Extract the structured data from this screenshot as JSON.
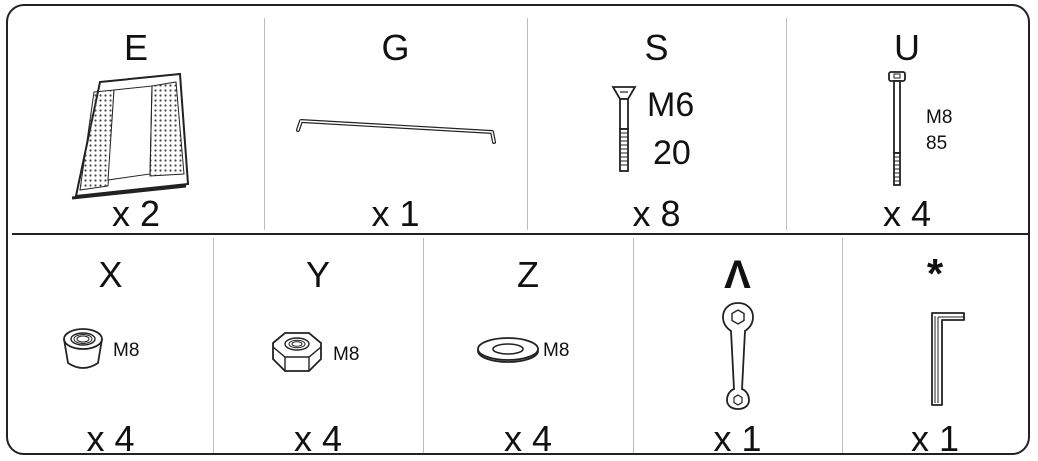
{
  "parts": {
    "E": {
      "letter": "E",
      "count": "x 2"
    },
    "G": {
      "letter": "G",
      "count": "x 1"
    },
    "S": {
      "letter": "S",
      "count": "x 8",
      "spec_a": "M6",
      "spec_b": "20"
    },
    "U": {
      "letter": "U",
      "count": "x 4",
      "spec_a": "M8",
      "spec_b": "85"
    },
    "X": {
      "letter": "X",
      "count": "x 4",
      "spec": "M8"
    },
    "Y": {
      "letter": "Y",
      "count": "x 4",
      "spec": "M8"
    },
    "Z": {
      "letter": "Z",
      "count": "x 4",
      "spec": "M8"
    },
    "wrench": {
      "letter": "Λ",
      "count": "x 1"
    },
    "hexkey": {
      "letter": "*",
      "count": "x 1"
    }
  }
}
